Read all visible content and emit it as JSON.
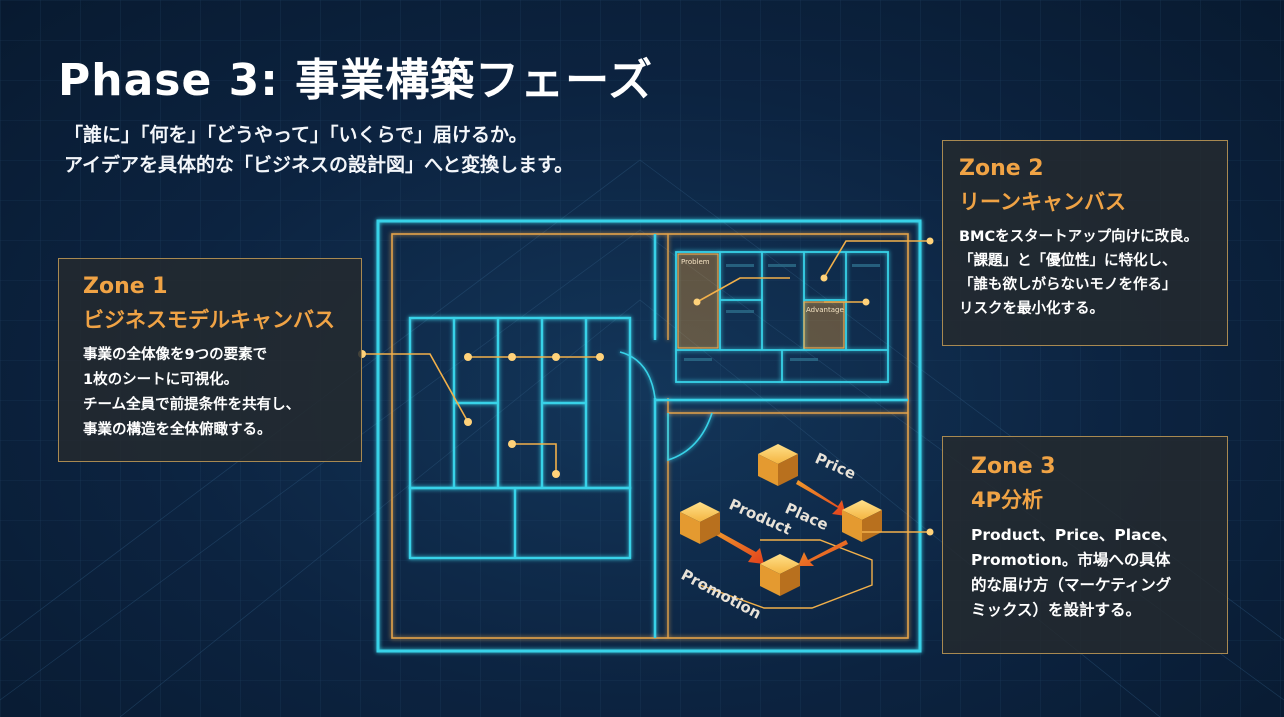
{
  "header": {
    "title": "Phase 3: 事業構築フェーズ",
    "subtitle_lines": [
      "「誰に」「何を」「どうやって」「いくらで」届けるか。",
      "アイデアを具体的な「ビジネスの設計図」へと変換します。"
    ]
  },
  "zones": [
    {
      "number": "Zone 1",
      "name": "ビジネスモデルキャンバス",
      "lines": [
        "事業の全体像を9つの要素で",
        "1枚のシートに可視化。",
        "チーム全員で前提条件を共有し、",
        "事業の構造を全体俯瞰する。"
      ]
    },
    {
      "number": "Zone 2",
      "name": "リーンキャンバス",
      "lines": [
        "BMCをスタートアップ向けに改良。",
        "「課題」と「優位性」に特化し、",
        "「誰も欲しがらないモノを作る」",
        "リスクを最小化する。"
      ]
    },
    {
      "number": "Zone 3",
      "name": "4P分析",
      "lines": [
        "Product、Price、Place、",
        "Promotion。市場への具体",
        "的な届け方（マーケティング",
        "ミックス）を設計する。"
      ]
    }
  ],
  "blueprint": {
    "lean_canvas_labels": {
      "problem": "Problem",
      "advantage": "Advantage"
    },
    "four_p_labels": {
      "price": "Price",
      "place": "Place",
      "product": "Product",
      "promotion": "Promotion"
    }
  },
  "colors": {
    "background": "#0c2340",
    "blueprint_cyan": "#37d2e8",
    "accent_orange": "#f0a345",
    "panel_fill": "#242a2e"
  }
}
